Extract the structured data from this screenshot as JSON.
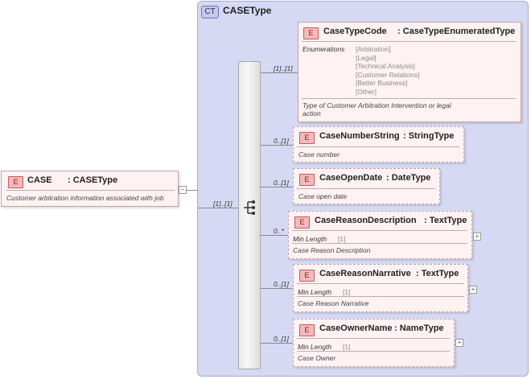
{
  "complex_type": {
    "badge": "CT",
    "name": "CASEType"
  },
  "root": {
    "badge": "E",
    "name": "CASE",
    "type": ": CASEType",
    "description": "Customer arbitration information associated with job",
    "cardinality": "[1]..[1]",
    "collapse_icon": "minus-icon"
  },
  "sequence": {
    "icon": "sequence-icon"
  },
  "elements": [
    {
      "badge": "E",
      "name": "CaseTypeCode",
      "type": ": CaseTypeEnumeratedType",
      "cardinality": "[1]..[1]",
      "facet_key": "Enumerations",
      "enumerations": [
        "[Arbitration]",
        "[Legal]",
        "[Technical Analysis]",
        "[Customer Relations]",
        "[Better Business]",
        "[Other]"
      ],
      "description_lines": [
        "Type of Customer Arbitration Intervention or legal",
        "action"
      ]
    },
    {
      "badge": "E",
      "name": "CaseNumberString",
      "type": ": StringType",
      "cardinality": "0..[1]",
      "description": "Case number"
    },
    {
      "badge": "E",
      "name": "CaseOpenDate",
      "type": ": DateType",
      "cardinality": "0..[1]",
      "description": "Case open date"
    },
    {
      "badge": "E",
      "name": "CaseReasonDescription",
      "type": ": TextType",
      "cardinality": "0..*",
      "facet_key": "Min Length",
      "facet_value": "[1]",
      "description": "Case Reason Description",
      "expand_icon": "plus-icon"
    },
    {
      "badge": "E",
      "name": "CaseReasonNarrative",
      "type": ": TextType",
      "cardinality": "0..[1]",
      "facet_key": "Min Length",
      "facet_value": "[1]",
      "description": "Case Reason Narrative",
      "expand_icon": "plus-icon"
    },
    {
      "badge": "E",
      "name": "CaseOwnerName",
      "type": ": NameType",
      "cardinality": "0..[1]",
      "facet_key": "Min Length",
      "facet_value": "[1]",
      "description": "Case Owner",
      "expand_icon": "plus-icon"
    }
  ]
}
